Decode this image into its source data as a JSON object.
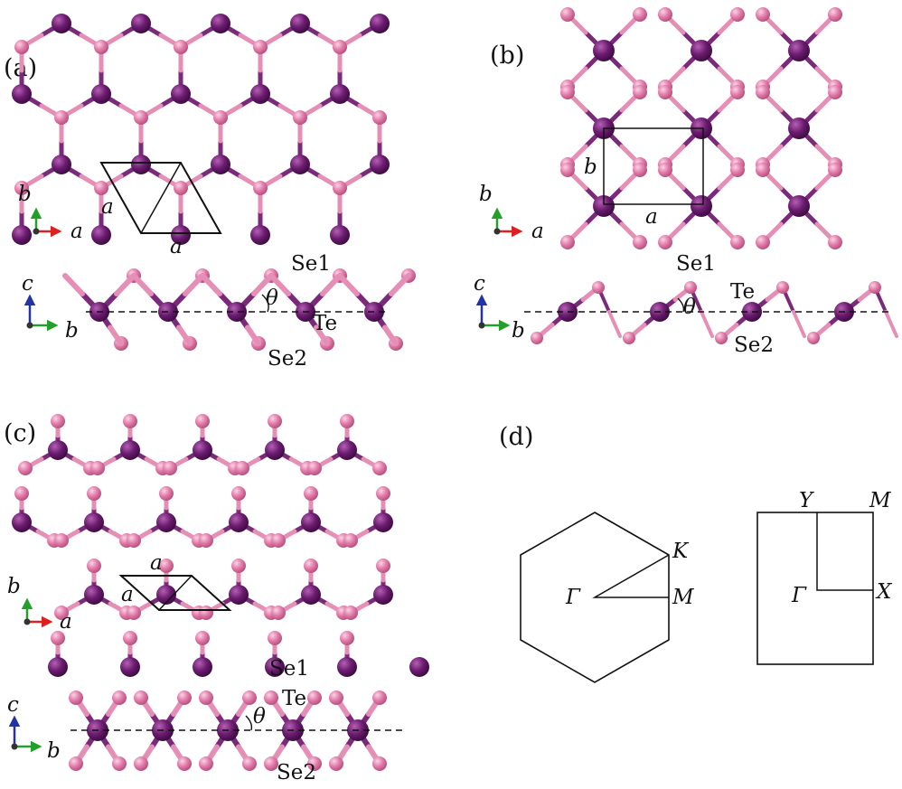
{
  "panels": {
    "a": {
      "label": "(a)",
      "top_axes": {
        "vertical": "b",
        "horizontal": "a"
      },
      "lattice_labels": [
        "a",
        "a"
      ],
      "side_axes": {
        "vertical": "c",
        "horizontal": "b"
      },
      "atoms": {
        "top": "Se1",
        "middle": "Te",
        "bottom": "Se2"
      },
      "angle": "θ"
    },
    "b": {
      "label": "(b)",
      "top_axes": {
        "vertical": "b",
        "horizontal": "a"
      },
      "lattice_labels": [
        "b",
        "a"
      ],
      "side_axes": {
        "vertical": "c",
        "horizontal": "b"
      },
      "atoms": {
        "top": "Se1",
        "middle": "Te",
        "bottom": "Se2"
      },
      "angle": "θ"
    },
    "c": {
      "label": "(c)",
      "top_axes": {
        "vertical": "b",
        "horizontal": "a"
      },
      "lattice_labels": [
        "a",
        "a"
      ],
      "side_axes": {
        "vertical": "c",
        "horizontal": "b"
      },
      "atoms": {
        "top": "Se1",
        "middle": "Te",
        "bottom": "Se2"
      },
      "angle": "θ"
    },
    "d": {
      "label": "(d)",
      "hex_bz": {
        "gamma": "Γ",
        "k": "K",
        "m": "M"
      },
      "rect_bz": {
        "gamma": "Γ",
        "x": "X",
        "y": "Y",
        "m": "M"
      }
    }
  },
  "colors": {
    "te_atom": "#6a1b6e",
    "te_atom_highlight": "#b45fb4",
    "se_atom": "#e07aa8",
    "se_atom_highlight": "#fbd3e4",
    "bond_dark": "#7a2a7a",
    "bond_light": "#e58fb6",
    "axis_a": "#dd2020",
    "axis_b": "#22a02a",
    "axis_c": "#2233aa"
  }
}
